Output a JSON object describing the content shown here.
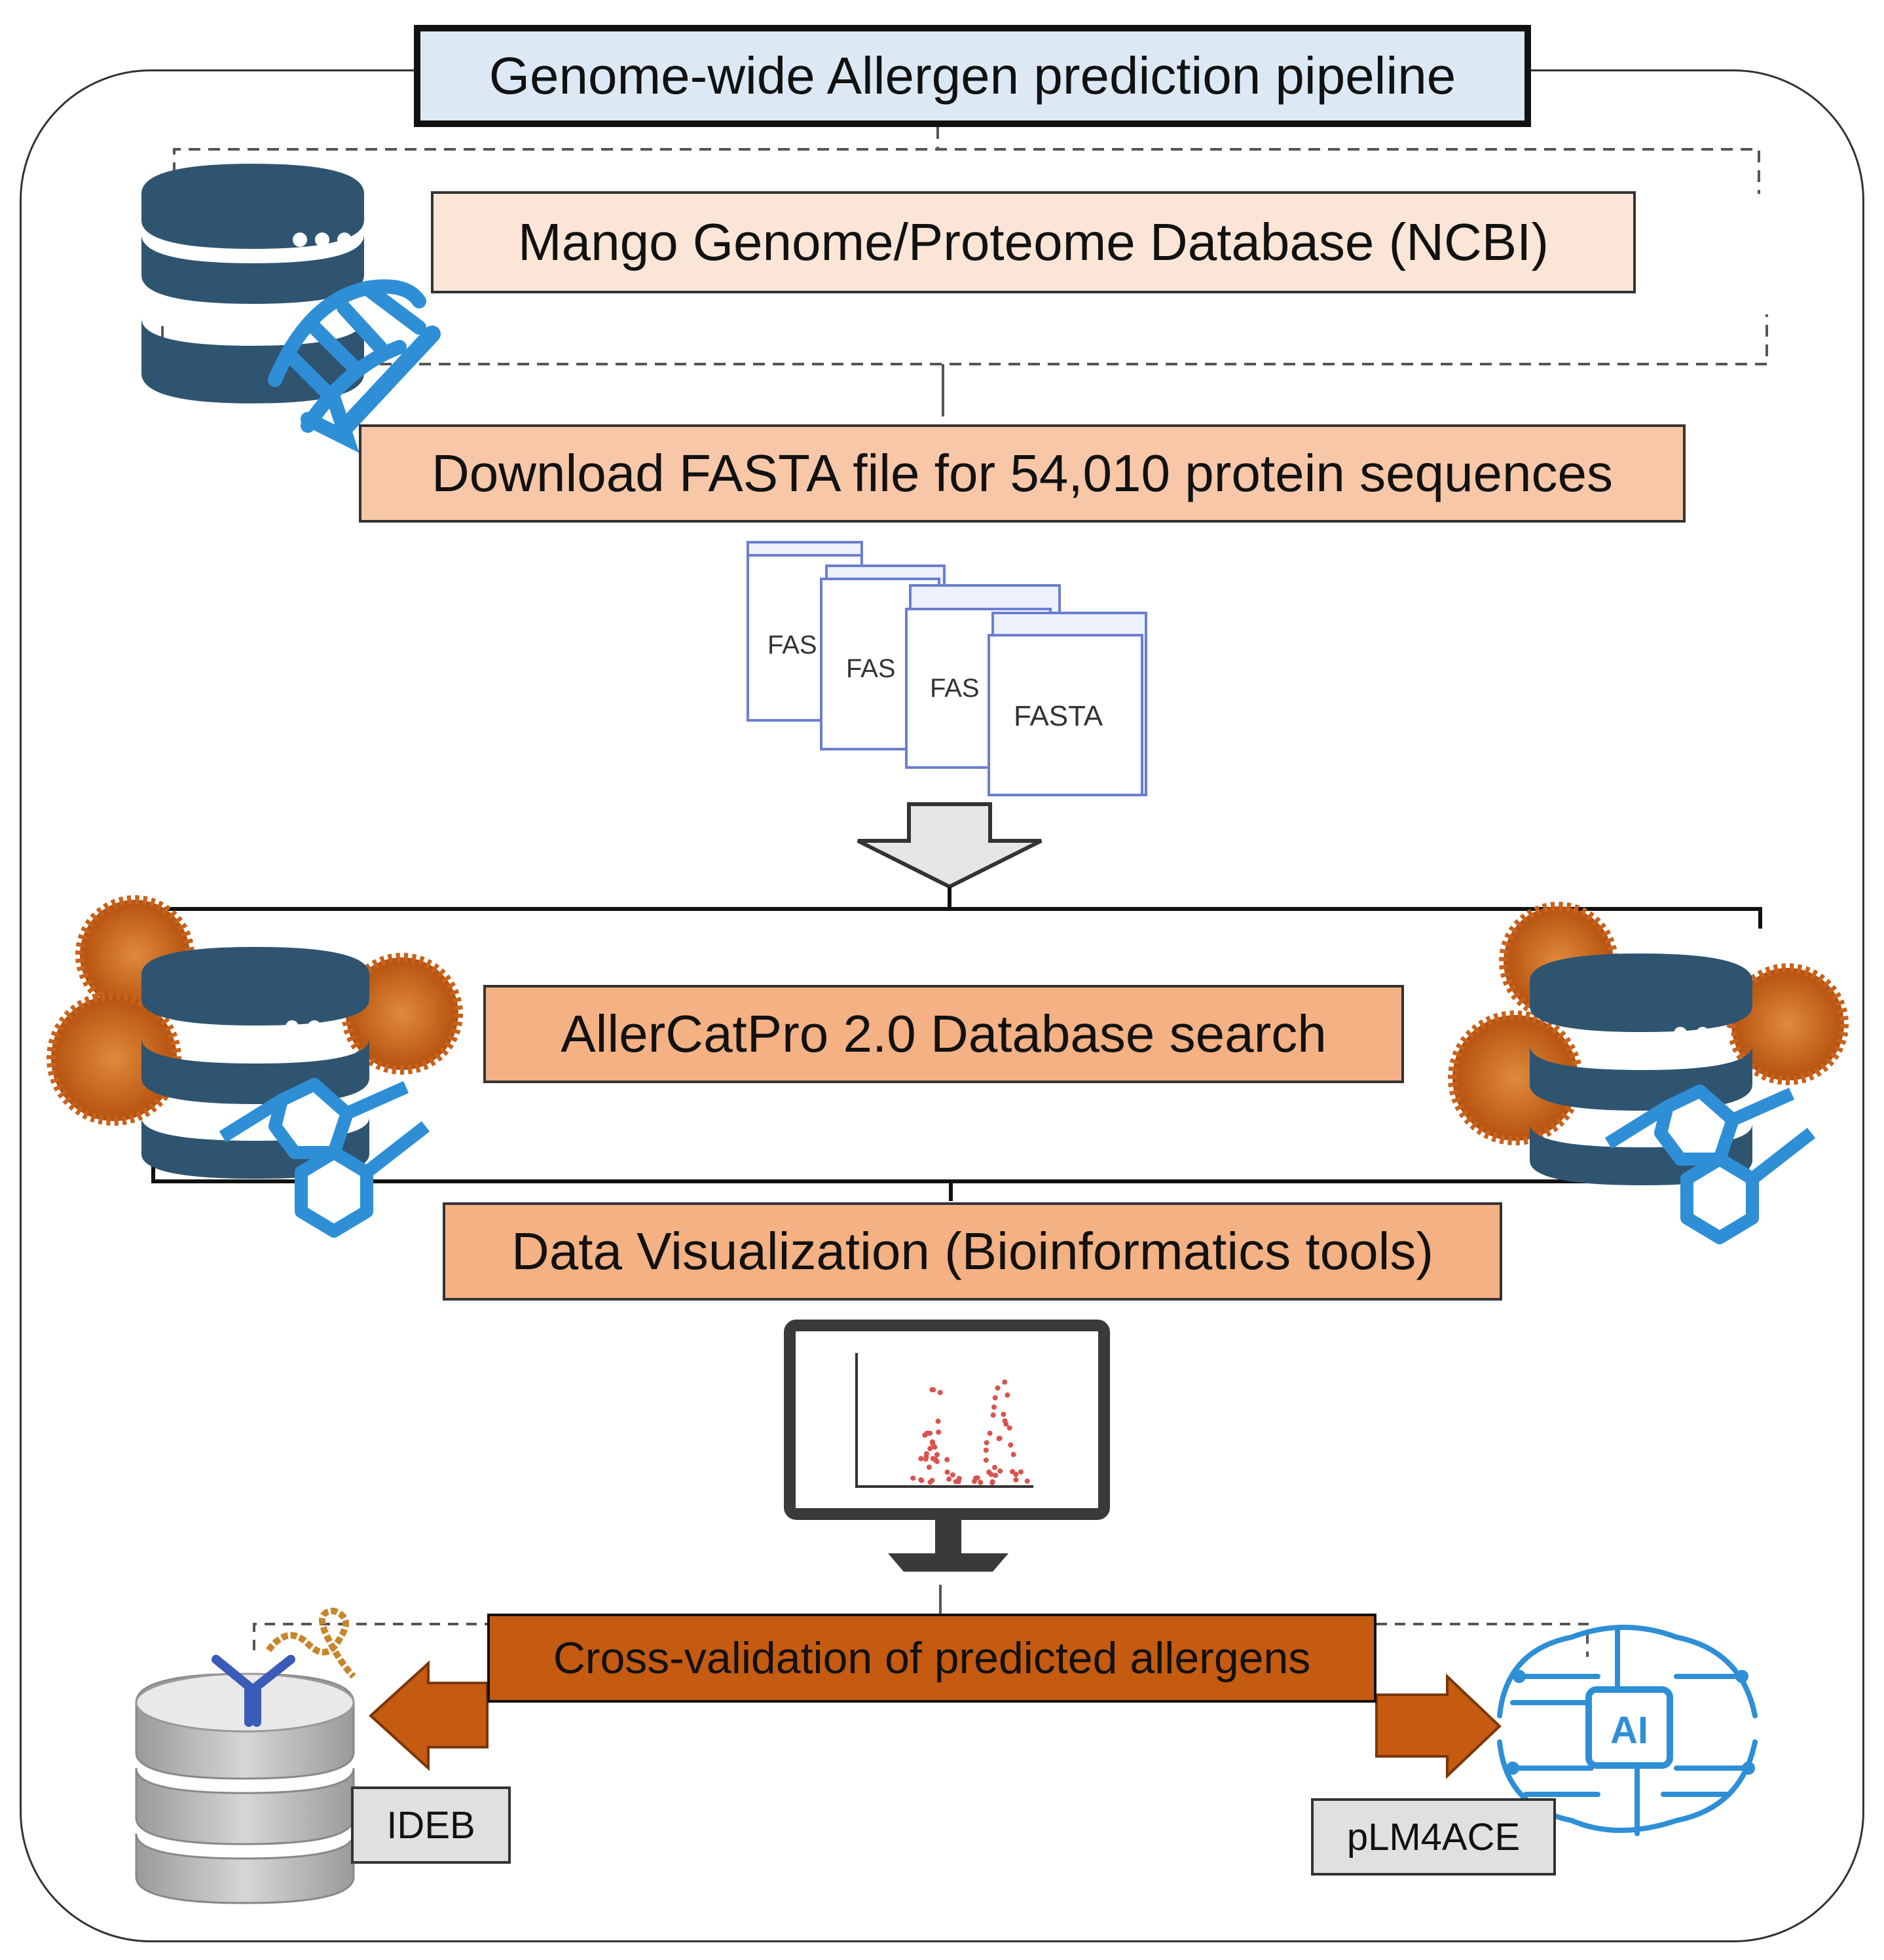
{
  "title": "Genome-wide Allergen prediction pipeline",
  "steps": {
    "database": "Mango Genome/Proteome Database (NCBI)",
    "download": "Download FASTA file for 54,010 protein sequences",
    "search": "AllerCatPro 2.0 Database search",
    "visualization": "Data Visualization (Bioinformatics tools)",
    "cross_validation": "Cross-validation of predicted allergens"
  },
  "files": {
    "label_truncated": "FAS",
    "label_full": "FASTA"
  },
  "tools": {
    "left": "IDEB",
    "right": "pLM4ACE",
    "ai_badge": "AI"
  },
  "colors": {
    "database_blue": "#2f5470",
    "molecule_blue": "#2e8fd6",
    "pollen_orange": "#c8621c",
    "arrow_brown": "#c55a11",
    "scatter_red": "#d9534f"
  }
}
